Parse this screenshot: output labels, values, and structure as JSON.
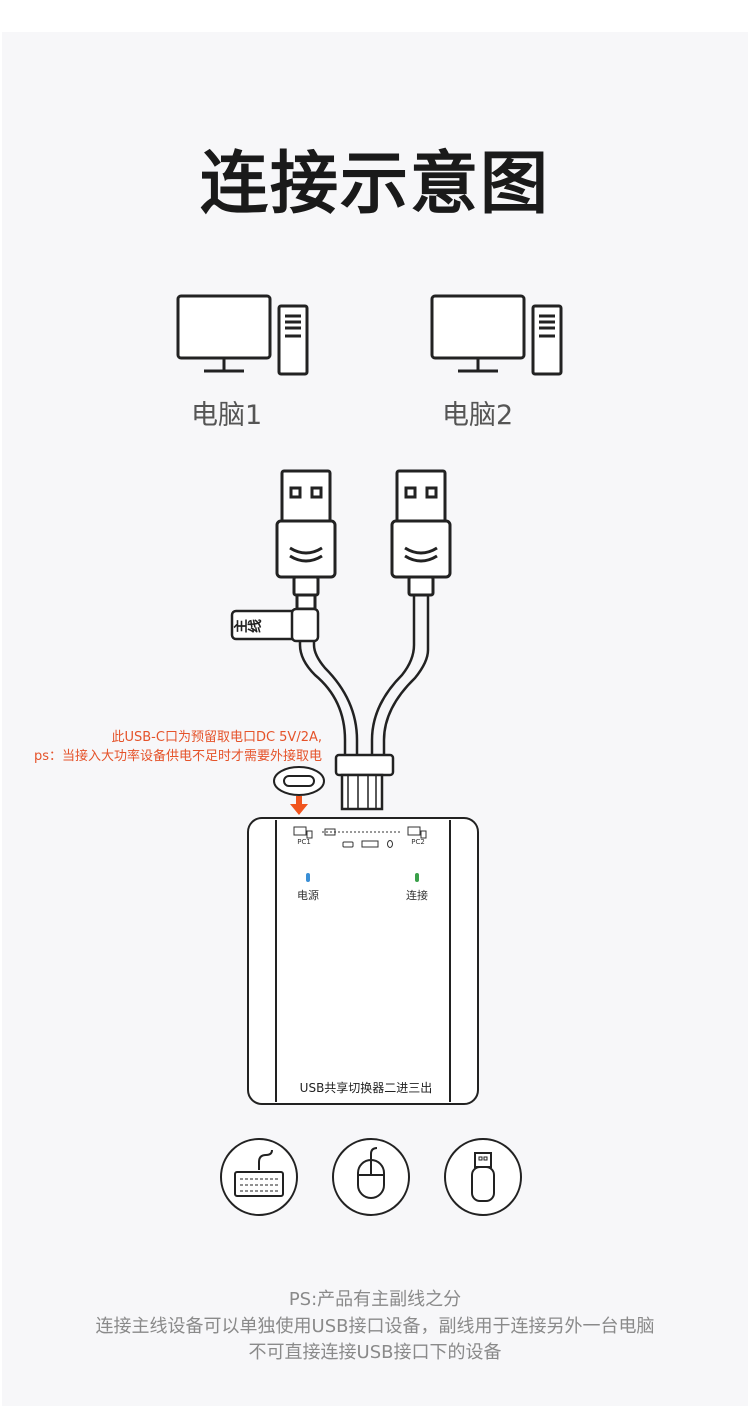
{
  "title": "连接示意图",
  "computers": [
    {
      "label": "电脑1"
    },
    {
      "label": "电脑2"
    }
  ],
  "main_cable_tag": "主线",
  "usbc_note": {
    "line1": "此USB-C口为预留取电口DC 5V/2A,",
    "line2": "ps：当接入大功率设备供电不足时才需要外接取电"
  },
  "device": {
    "name": "USB共享切换器二进三出",
    "port_labels": {
      "pc1": "PC1",
      "pc2": "PC2"
    },
    "indicators": {
      "power": {
        "label": "电源",
        "color": "#3a8fd6"
      },
      "connect": {
        "label": "连接",
        "color": "#3aa04a"
      }
    }
  },
  "peripherals": [
    {
      "icon": "keyboard-icon"
    },
    {
      "icon": "mouse-icon"
    },
    {
      "icon": "usb-drive-icon"
    }
  ],
  "footer": {
    "line1": "PS:产品有主副线之分",
    "line2": "连接主线设备可以单独使用USB接口设备，副线用于连接另外一台电脑",
    "line3": "不可直接连接USB接口下的设备"
  },
  "colors": {
    "accent_orange": "#f0541e",
    "outline": "#222222"
  }
}
